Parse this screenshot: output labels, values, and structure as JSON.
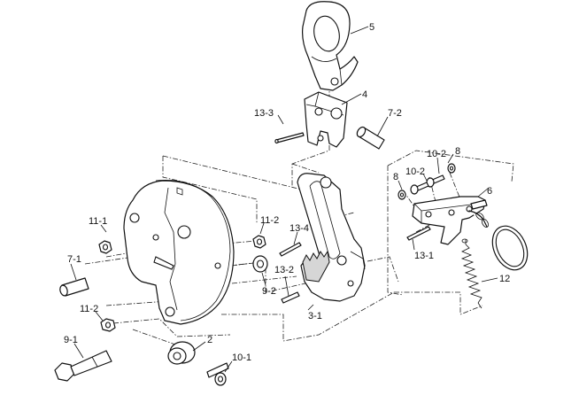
{
  "colors": {
    "line": "#111111",
    "background": "#ffffff",
    "shade": "#d6d6d6"
  },
  "labels": {
    "p5": "5",
    "p4": "4",
    "p13_3": "13-3",
    "p7_2": "7-2",
    "p10_2a": "10-2",
    "p8a": "8",
    "p8b": "8",
    "p10_2b": "10-2",
    "p6": "6",
    "p11_1": "11-1",
    "p11_2a": "11-2",
    "p13_4": "13-4",
    "p7_1": "7-1",
    "p13_1": "13-1",
    "p13_2": "13-2",
    "p9_2": "9-2",
    "p12": "12",
    "p3_1": "3-1",
    "p11_2b": "11-2",
    "p2": "2",
    "p9_1": "9-1",
    "p10_1": "10-1"
  }
}
